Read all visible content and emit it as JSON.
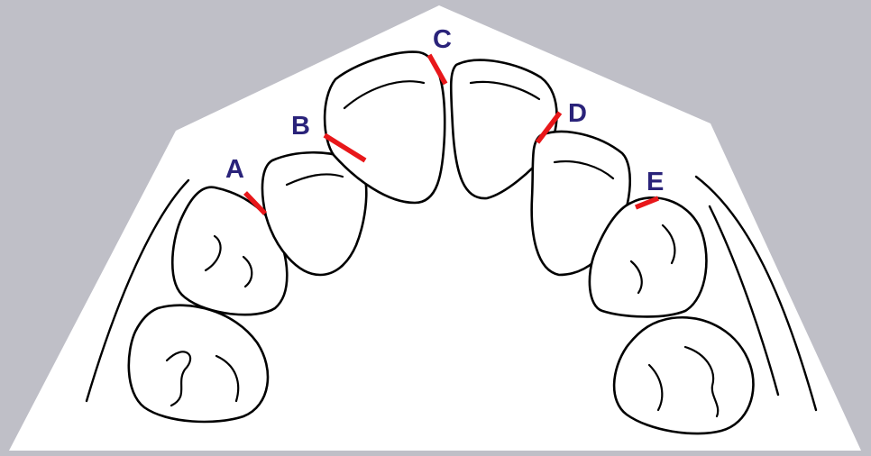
{
  "diagram": {
    "colors": {
      "background": "#bfbfc7",
      "arch": "#ffffff",
      "outline": "#000000",
      "contact": "#e8171a",
      "label": "#2a237a"
    },
    "contacts": [
      {
        "label": "A"
      },
      {
        "label": "B"
      },
      {
        "label": "C"
      },
      {
        "label": "D"
      },
      {
        "label": "E"
      }
    ]
  }
}
